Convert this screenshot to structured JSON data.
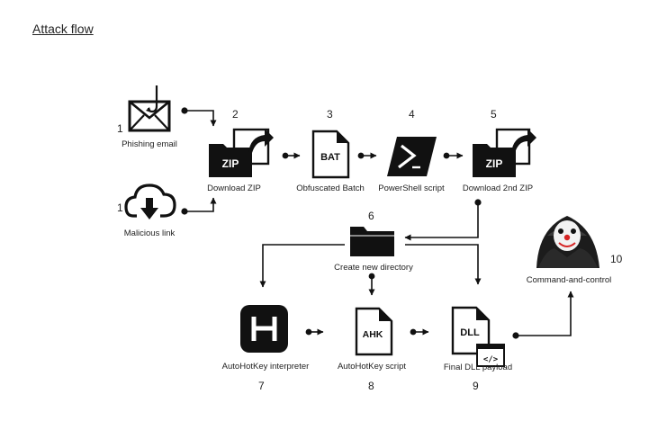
{
  "title": "Attack flow",
  "nodes": [
    {
      "id": "phishing-email",
      "num": "1",
      "label": "Phishing email",
      "icon": "envelope-hook-icon"
    },
    {
      "id": "malicious-link",
      "num": "1",
      "label": "Malicious link",
      "icon": "cloud-download-icon"
    },
    {
      "id": "download-zip",
      "num": "2",
      "label": "Download ZIP",
      "icon": "zip-folder-icon",
      "icon_text": "ZIP"
    },
    {
      "id": "obfuscated-batch",
      "num": "3",
      "label": "Obfuscated Batch",
      "icon": "bat-file-icon",
      "icon_text": "BAT"
    },
    {
      "id": "powershell-script",
      "num": "4",
      "label": "PowerShell script",
      "icon": "powershell-icon"
    },
    {
      "id": "download-2nd-zip",
      "num": "5",
      "label": "Download 2nd ZIP",
      "icon": "zip-folder-icon",
      "icon_text": "ZIP"
    },
    {
      "id": "create-directory",
      "num": "6",
      "label": "Create new directory",
      "icon": "folder-icon"
    },
    {
      "id": "autohotkey-interpreter",
      "num": "7",
      "label": "AutoHotKey interpreter",
      "icon": "autohotkey-icon",
      "icon_text": "H"
    },
    {
      "id": "autohotkey-script",
      "num": "8",
      "label": "AutoHotKey script",
      "icon": "ahk-file-icon",
      "icon_text": "AHK"
    },
    {
      "id": "final-dll-payload",
      "num": "9",
      "label": "Final DLL payload",
      "icon": "dll-file-icon",
      "icon_text": "DLL"
    },
    {
      "id": "command-and-control",
      "num": "10",
      "label": "Command-and-control",
      "icon": "hacker-clown-icon"
    }
  ]
}
